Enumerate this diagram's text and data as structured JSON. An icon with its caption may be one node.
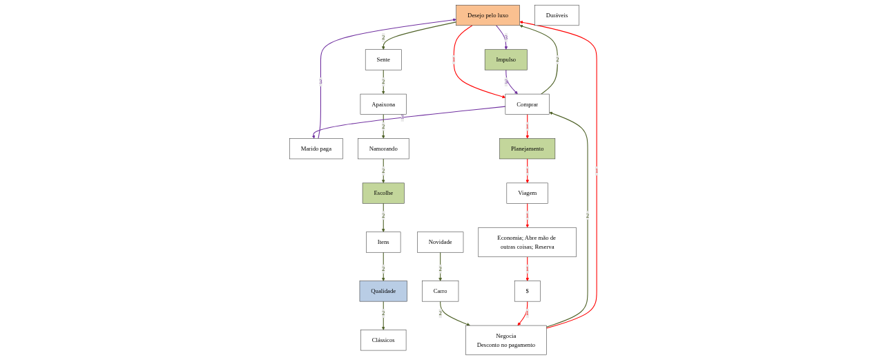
{
  "diagram": {
    "nodes": [
      {
        "text": [
          "Sente"
        ]
      },
      {
        "text": [
          "Desejo pelo luxo"
        ]
      },
      {
        "text": [
          "Impulso"
        ]
      },
      {
        "text": [
          "Marido paga"
        ]
      },
      {
        "text": [
          "Apaixona"
        ]
      },
      {
        "text": [
          "Comprar"
        ]
      },
      {
        "text": [
          "Namorando"
        ]
      },
      {
        "text": [
          "Planejamento"
        ]
      },
      {
        "text": [
          "Viagem"
        ]
      },
      {
        "text": [
          "Escolhe"
        ]
      },
      {
        "text": [
          "Qualidade"
        ]
      },
      {
        "text": [
          "Itens"
        ]
      },
      {
        "text": [
          "Negocia",
          "Desconto no pagamento"
        ]
      },
      {
        "text": [
          "$"
        ]
      },
      {
        "text": [
          "Economia; Abre mão de outras coisas; Reserva"
        ]
      },
      {
        "text": [
          "Clássicos"
        ]
      },
      {
        "text": [
          "Novidade"
        ]
      },
      {
        "text": [
          "Duráveis"
        ]
      },
      {
        "text": [
          "Carro"
        ]
      }
    ],
    "edges": [
      {
        "from": 1,
        "to": 0,
        "arrow": "to",
        "label": "2"
      },
      {
        "from": 0,
        "to": 4,
        "arrow": "to",
        "label": "2"
      },
      {
        "from": 4,
        "to": 6,
        "arrow": "to",
        "label": "2"
      },
      {
        "from": 6,
        "to": 9,
        "arrow": "to",
        "label": "2"
      },
      {
        "from": 9,
        "to": 11,
        "arrow": "to",
        "label": "2"
      },
      {
        "from": 11,
        "to": 10,
        "arrow": "to",
        "label": "2"
      },
      {
        "from": 10,
        "to": 15,
        "arrow": "to",
        "label": "2"
      },
      {
        "from": 16,
        "to": 18,
        "arrow": "to",
        "label": "2"
      },
      {
        "from": 18,
        "to": 12,
        "arrow": "to",
        "label": "2"
      },
      {
        "from": 12,
        "to": 5,
        "arrow": "to",
        "label": "2"
      },
      {
        "from": 5,
        "to": 1,
        "arrow": "to",
        "label": "2"
      },
      {
        "from": 1,
        "to": 5,
        "arrow": "to",
        "label": "1",
        "color": "#ff0000"
      },
      {
        "from": 5,
        "to": 7,
        "arrow": "to",
        "label": "1",
        "color": "#ff0000"
      },
      {
        "from": 7,
        "to": 8,
        "arrow": "to",
        "label": "1",
        "color": "#ff0000"
      },
      {
        "from": 8,
        "to": 14,
        "arrow": "to",
        "label": "1",
        "color": "#ff0000"
      },
      {
        "from": 14,
        "to": 13,
        "arrow": "to",
        "label": "1",
        "color": "#ff0000"
      },
      {
        "from": 13,
        "to": 12,
        "arrow": "to",
        "label": "1",
        "color": "#ff0000"
      },
      {
        "from": 12,
        "to": 1,
        "arrow": "to",
        "label": "1",
        "color": "#ff0000"
      },
      {
        "from": 3,
        "to": 1,
        "arrow": "to",
        "label": "3",
        "color": "#7030a0"
      },
      {
        "from": 1,
        "to": 2,
        "arrow": "to",
        "label": "3",
        "color": "#7030a0"
      },
      {
        "from": 2,
        "to": 5,
        "arrow": "to",
        "label": "3",
        "color": "#7030a0"
      },
      {
        "from": 5,
        "to": 3,
        "arrow": "to",
        "label": "3",
        "color": "#7030a0"
      }
    ]
  }
}
